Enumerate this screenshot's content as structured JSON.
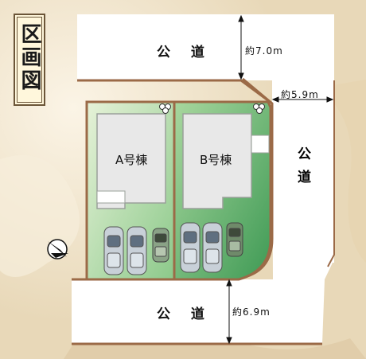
{
  "title": "区画図",
  "roads": {
    "north": {
      "label": "公 道",
      "width": "約7.0m"
    },
    "east": {
      "label": "公道",
      "width": "約5.9m"
    },
    "south": {
      "label": "公 道",
      "width": "約6.9m"
    }
  },
  "lots": [
    {
      "name": "A号棟"
    },
    {
      "name": "B号棟"
    }
  ],
  "colors": {
    "road": "#ffffff",
    "lot_green": "#5fb06a",
    "lot_green_light": "#d5ebc6",
    "house": "#e7e7e7",
    "boundary": "#9b6a47"
  }
}
